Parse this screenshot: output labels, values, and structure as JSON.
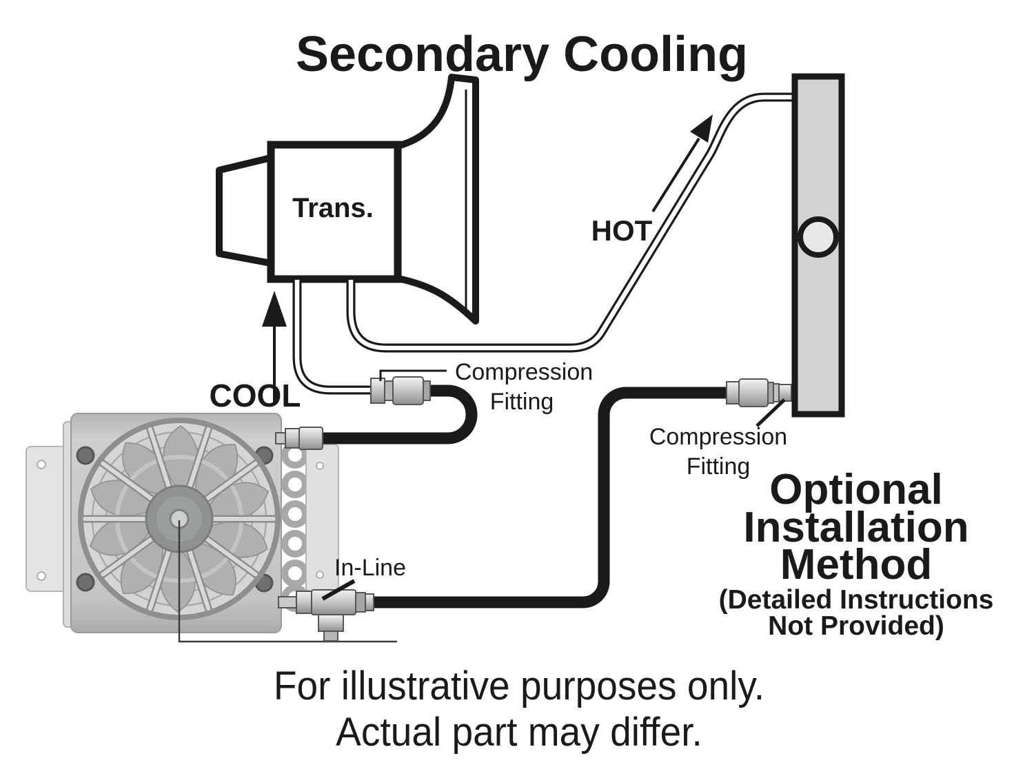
{
  "diagram": {
    "title": "Secondary Cooling",
    "labels": {
      "transmission": "Trans.",
      "hot": "HOT",
      "cool": "COOL",
      "compression_fitting_top": {
        "line1": "Compression",
        "line2": "Fitting"
      },
      "compression_fitting_right": {
        "line1": "Compression",
        "line2": "Fitting"
      },
      "in_line": "In-Line"
    },
    "optional_method": {
      "line1": "Optional",
      "line2": "Installation",
      "line3": "Method",
      "line4": "(Detailed Instructions",
      "line5": "Not Provided)"
    },
    "caption": {
      "line1": "For illustrative purposes only.",
      "line2": "Actual part may differ."
    },
    "colors": {
      "line_art": "#1a1a1a",
      "radiator_fill": "#d2d2d2",
      "radiator_cap_fill": "#e8e8e8",
      "hose_black": "#1a1a1a",
      "metal_light": "#f0f0f0",
      "metal_dark": "#8f8f8f",
      "cooler_body": "#c6c6c6",
      "fan_spoke": "#d8d8d8",
      "background": "#ffffff"
    }
  }
}
